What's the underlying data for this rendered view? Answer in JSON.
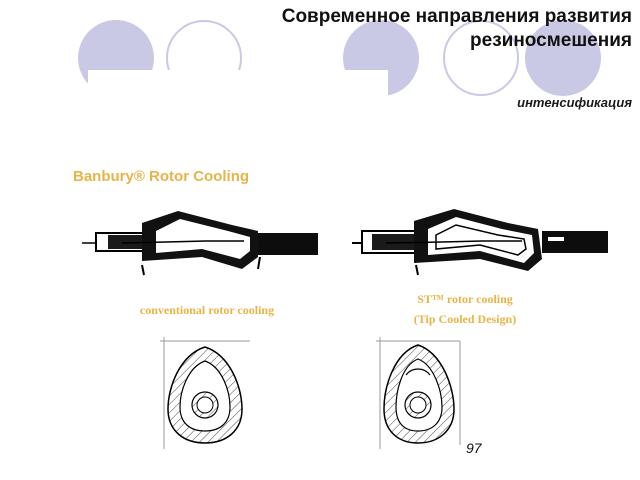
{
  "slide": {
    "title": "Современное направления развития резиносмешения",
    "subtitle": "интенсификация",
    "heading": "Banbury® Rotor Cooling",
    "labels": {
      "conventional": "conventional rotor cooling",
      "st_line1": "ST™ rotor cooling",
      "st_line2": "(Tip Cooled Design)"
    },
    "page_number": "97"
  },
  "colors": {
    "accent": "#e8b448",
    "decor_circle": "#c9c9e6"
  }
}
